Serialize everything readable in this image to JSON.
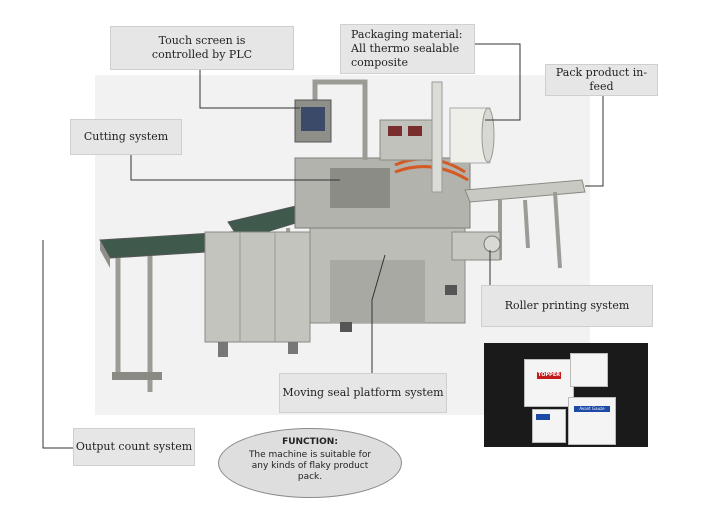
{
  "callouts": {
    "touch_screen": "Touch screen is\ncontrolled by PLC",
    "packaging_material": "Packaging material:\nAll thermo sealable\ncomposite",
    "pack_infeed": "Pack product in-feed",
    "cutting_system": "Cutting system",
    "roller_printing": "Roller printing system",
    "moving_seal": "Moving seal platform system",
    "output_count": "Output count system"
  },
  "function": {
    "title": "FUNCTION:",
    "text": "The machine is suitable for any kinds of flaky product pack."
  },
  "inset": {
    "brand": "TOPPER",
    "gauze_label": "Avant Gauze"
  },
  "colors": {
    "callout_bg": "#e6e6e6",
    "leader_line": "#333333",
    "machine_steel": "#b9b9b4",
    "belt_green": "#3f5a4c",
    "inset_bg": "#1a1a1a"
  }
}
